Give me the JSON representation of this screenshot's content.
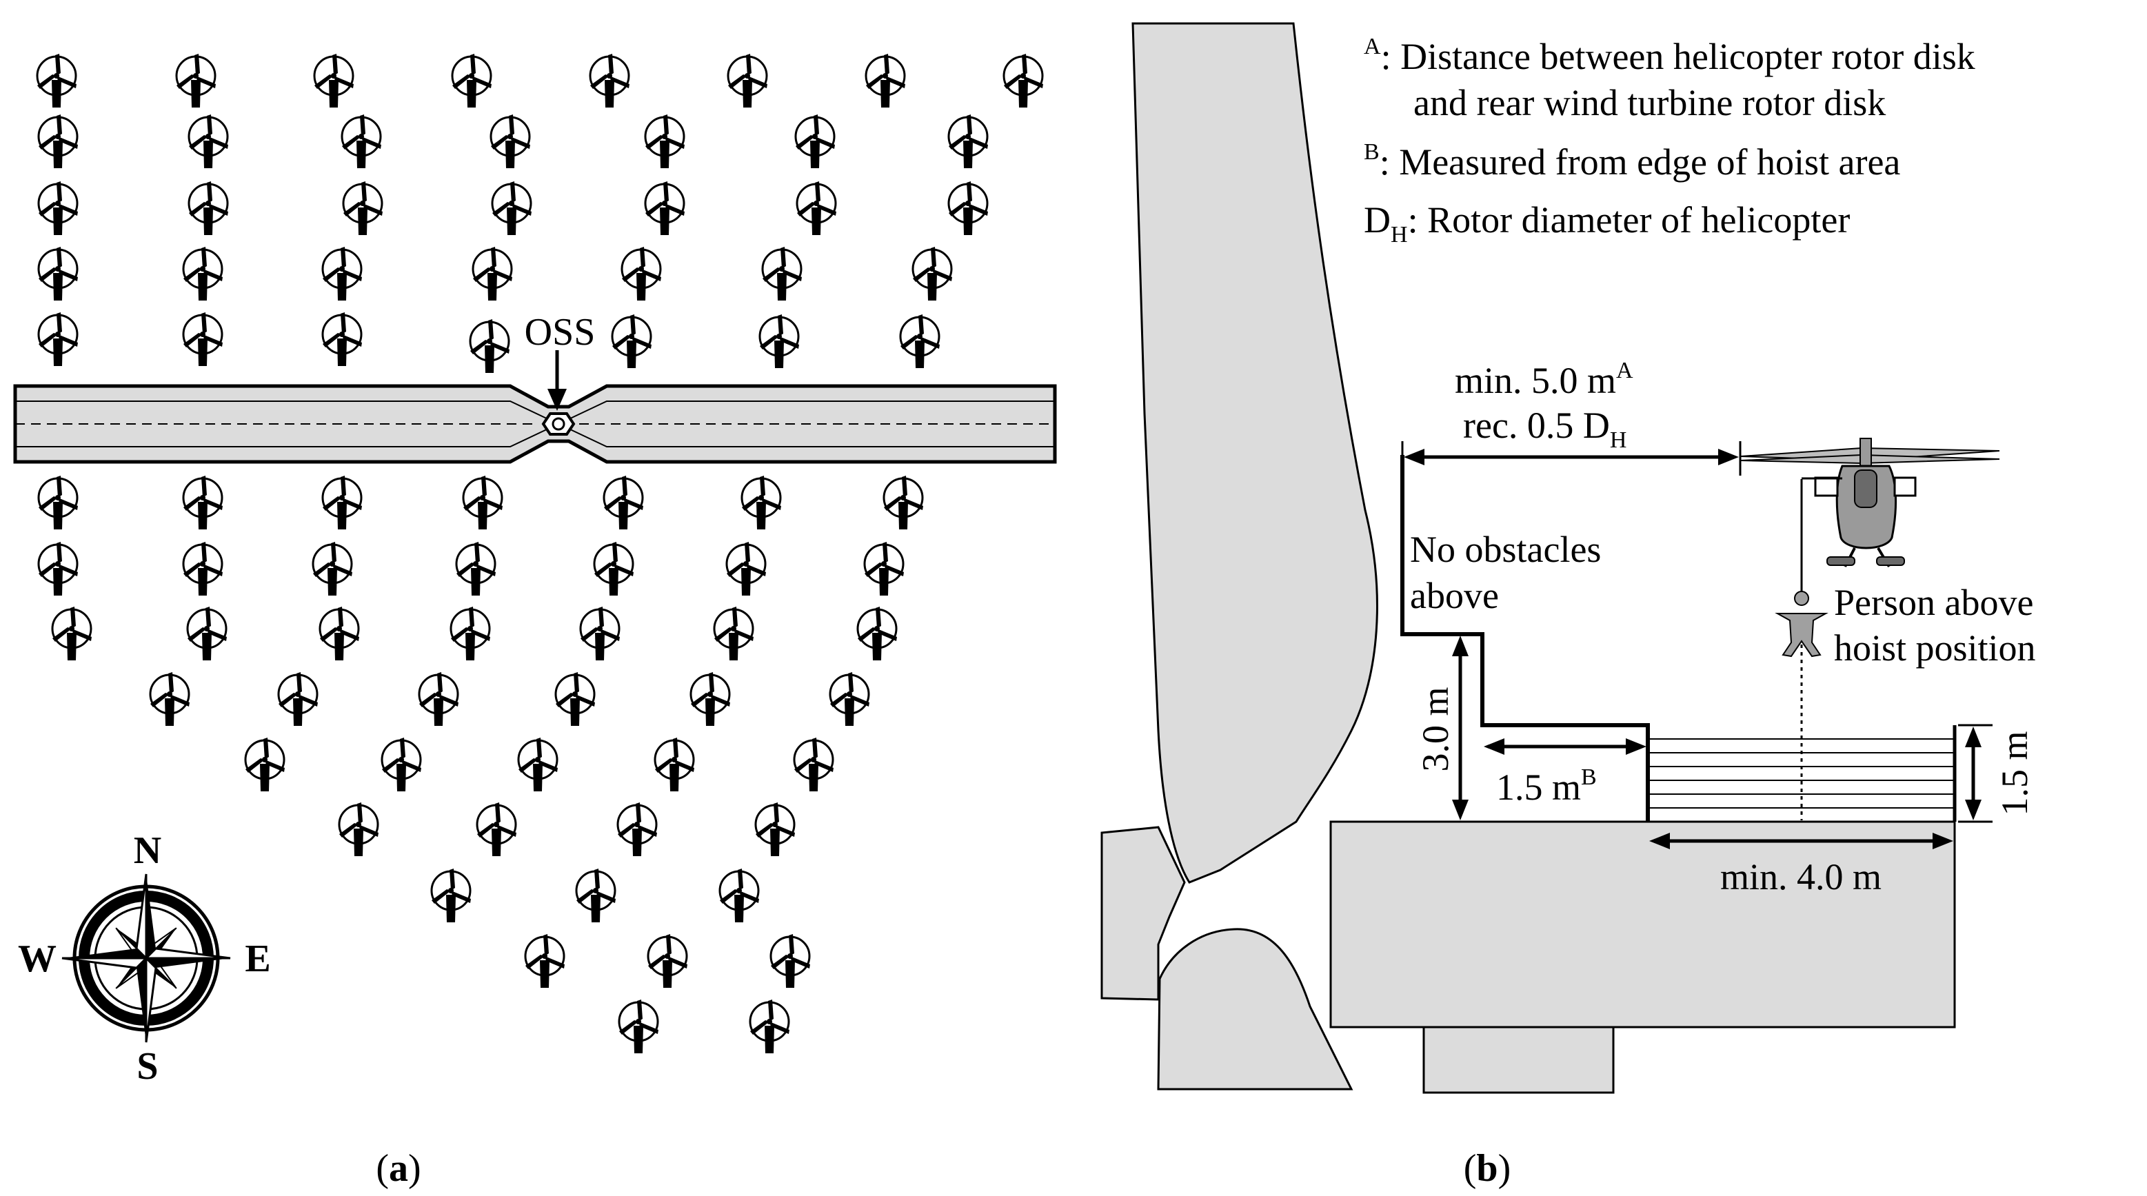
{
  "panel_a": {
    "caption_open": "(",
    "caption_letter": "a",
    "caption_close": ")",
    "oss_label": "OSS",
    "compass": {
      "north": "N",
      "east": "E",
      "south": "S",
      "west": "W"
    },
    "icons": [
      "wind-turbine-icon",
      "substation-icon",
      "compass-rose-icon"
    ]
  },
  "panel_b": {
    "caption_open": "(",
    "caption_letter": "b",
    "caption_close": ")",
    "legend": {
      "a_sup": "A",
      "a_line1": ": Distance between helicopter rotor disk",
      "a_line2": "and rear wind turbine rotor disk",
      "b_sup": "B",
      "b_line": ": Measured from edge of hoist area",
      "dh_main": "D",
      "dh_sub": "H",
      "dh_line": ": Rotor diameter of helicopter"
    },
    "dim_min5": "min. 5.0 m",
    "dim_min5_sup": "A",
    "dim_rec": "rec. 0.5 D",
    "dim_rec_sub": "H",
    "no_obstacles_1": "No obstacles",
    "no_obstacles_2": "above",
    "person_1": "Person above",
    "person_2": "hoist position",
    "dim_3m": "3.0 m",
    "dim_1_5b": "1.5 m",
    "dim_1_5b_sup": "B",
    "dim_1_5_right": "1.5 m",
    "dim_min4": "min. 4.0 m",
    "icons": [
      "helicopter-icon",
      "person-icon"
    ]
  }
}
